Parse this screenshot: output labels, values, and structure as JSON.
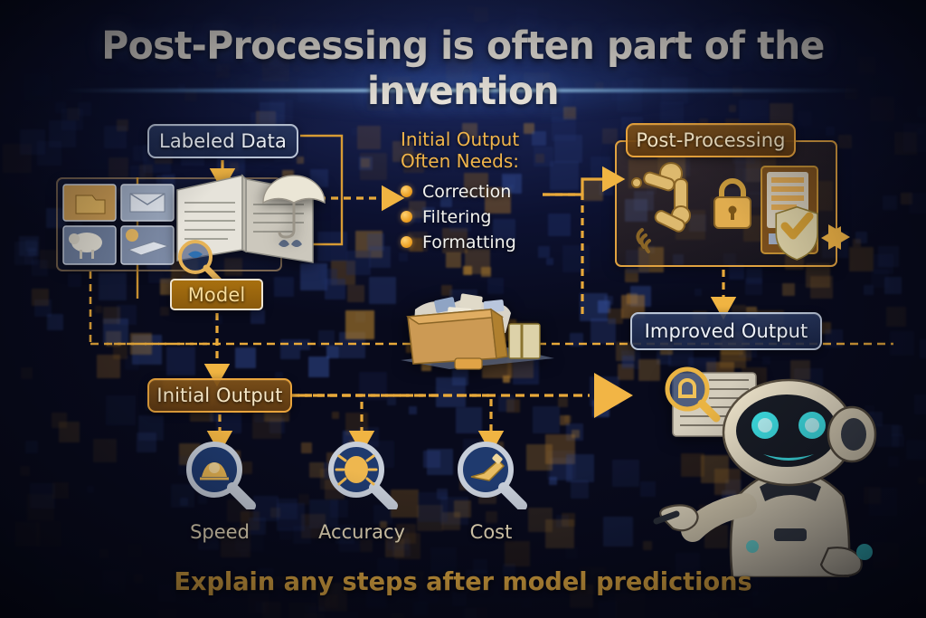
{
  "title": "Post-Processing is often part of the invention",
  "footer_caption": "Explain any steps after model predictions",
  "nodes": {
    "labeled_data": "Labeled Data",
    "model": "Model",
    "initial_output": "Initial Output",
    "post_processing": "Post-Processing",
    "improved_output": "Improved Output"
  },
  "needs": {
    "heading_line1": "Initial Output",
    "heading_line2": "Often Needs:",
    "items": [
      "Correction",
      "Filtering",
      "Formatting"
    ]
  },
  "metrics": [
    {
      "label": "Speed",
      "icon": "magnifier-speed-icon"
    },
    {
      "label": "Accuracy",
      "icon": "magnifier-accuracy-icon"
    },
    {
      "label": "Cost",
      "icon": "magnifier-cost-icon"
    }
  ],
  "illustrations": {
    "thumbnails": "labeled-image-thumbnails",
    "documents": "open-document-pages",
    "umbrella": "umbrella-icon",
    "crate": "messy-output-crate",
    "robot_arm": "robotic-arm-icon",
    "padlock": "padlock-icon",
    "document_panel": "formatted-document-icon",
    "shield_check": "shield-check-icon",
    "robot": "assistant-robot",
    "doc_magnifier": "document-with-magnifier"
  },
  "colors": {
    "background_deep": "#0b0f26",
    "accent_amber": "#f0b442",
    "accent_amber_dark": "#c8811c",
    "node_blue_border": "#b9c4d6",
    "title_text": "#ede8de",
    "body_text": "#f2f2ee",
    "robot_glow": "#35e3e8"
  },
  "connectors": [
    {
      "from": "labeled_data",
      "to": "documents",
      "style": "solid-arrow-down"
    },
    {
      "from": "documents",
      "to": "needs_list",
      "style": "dashed-arrow-right"
    },
    {
      "from": "needs_list",
      "to": "post_processing",
      "style": "dashed-arrow-right"
    },
    {
      "from": "model",
      "to": "initial_output",
      "style": "dashed-arrow-down"
    },
    {
      "from": "initial_output",
      "to": "metrics",
      "style": "dashed-arrow-down"
    },
    {
      "from": "post_processing",
      "to": "improved_output",
      "style": "dashed-arrow-down"
    },
    {
      "from": "initial_output",
      "to": "improved_output",
      "style": "dashed-arrow-right"
    }
  ]
}
